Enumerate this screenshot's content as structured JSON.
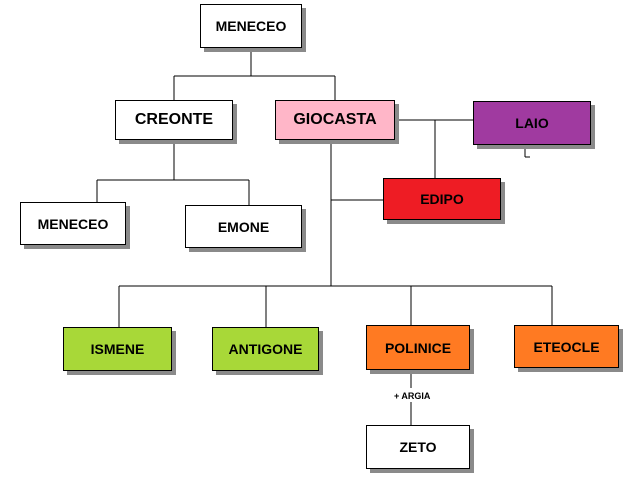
{
  "colors": {
    "white": "#ffffff",
    "pink": "#ffb6c8",
    "purple": "#a03aa0",
    "red": "#ee1c24",
    "lime": "#a8d838",
    "orange": "#ff7a22"
  },
  "nodes": {
    "meneceo_top": "MENECEO",
    "creonte": "CREONTE",
    "giocasta": "GIOCASTA",
    "laio": "LAIO",
    "edipo": "EDIPO",
    "meneceo_child": "MENECEO",
    "emone": "EMONE",
    "ismene": "ISMENE",
    "antigone": "ANTIGONE",
    "polinice": "POLINICE",
    "eteocle": "ETEOCLE",
    "zeto": "ZETO"
  },
  "annotations": {
    "argia": "+ ARGIA"
  }
}
